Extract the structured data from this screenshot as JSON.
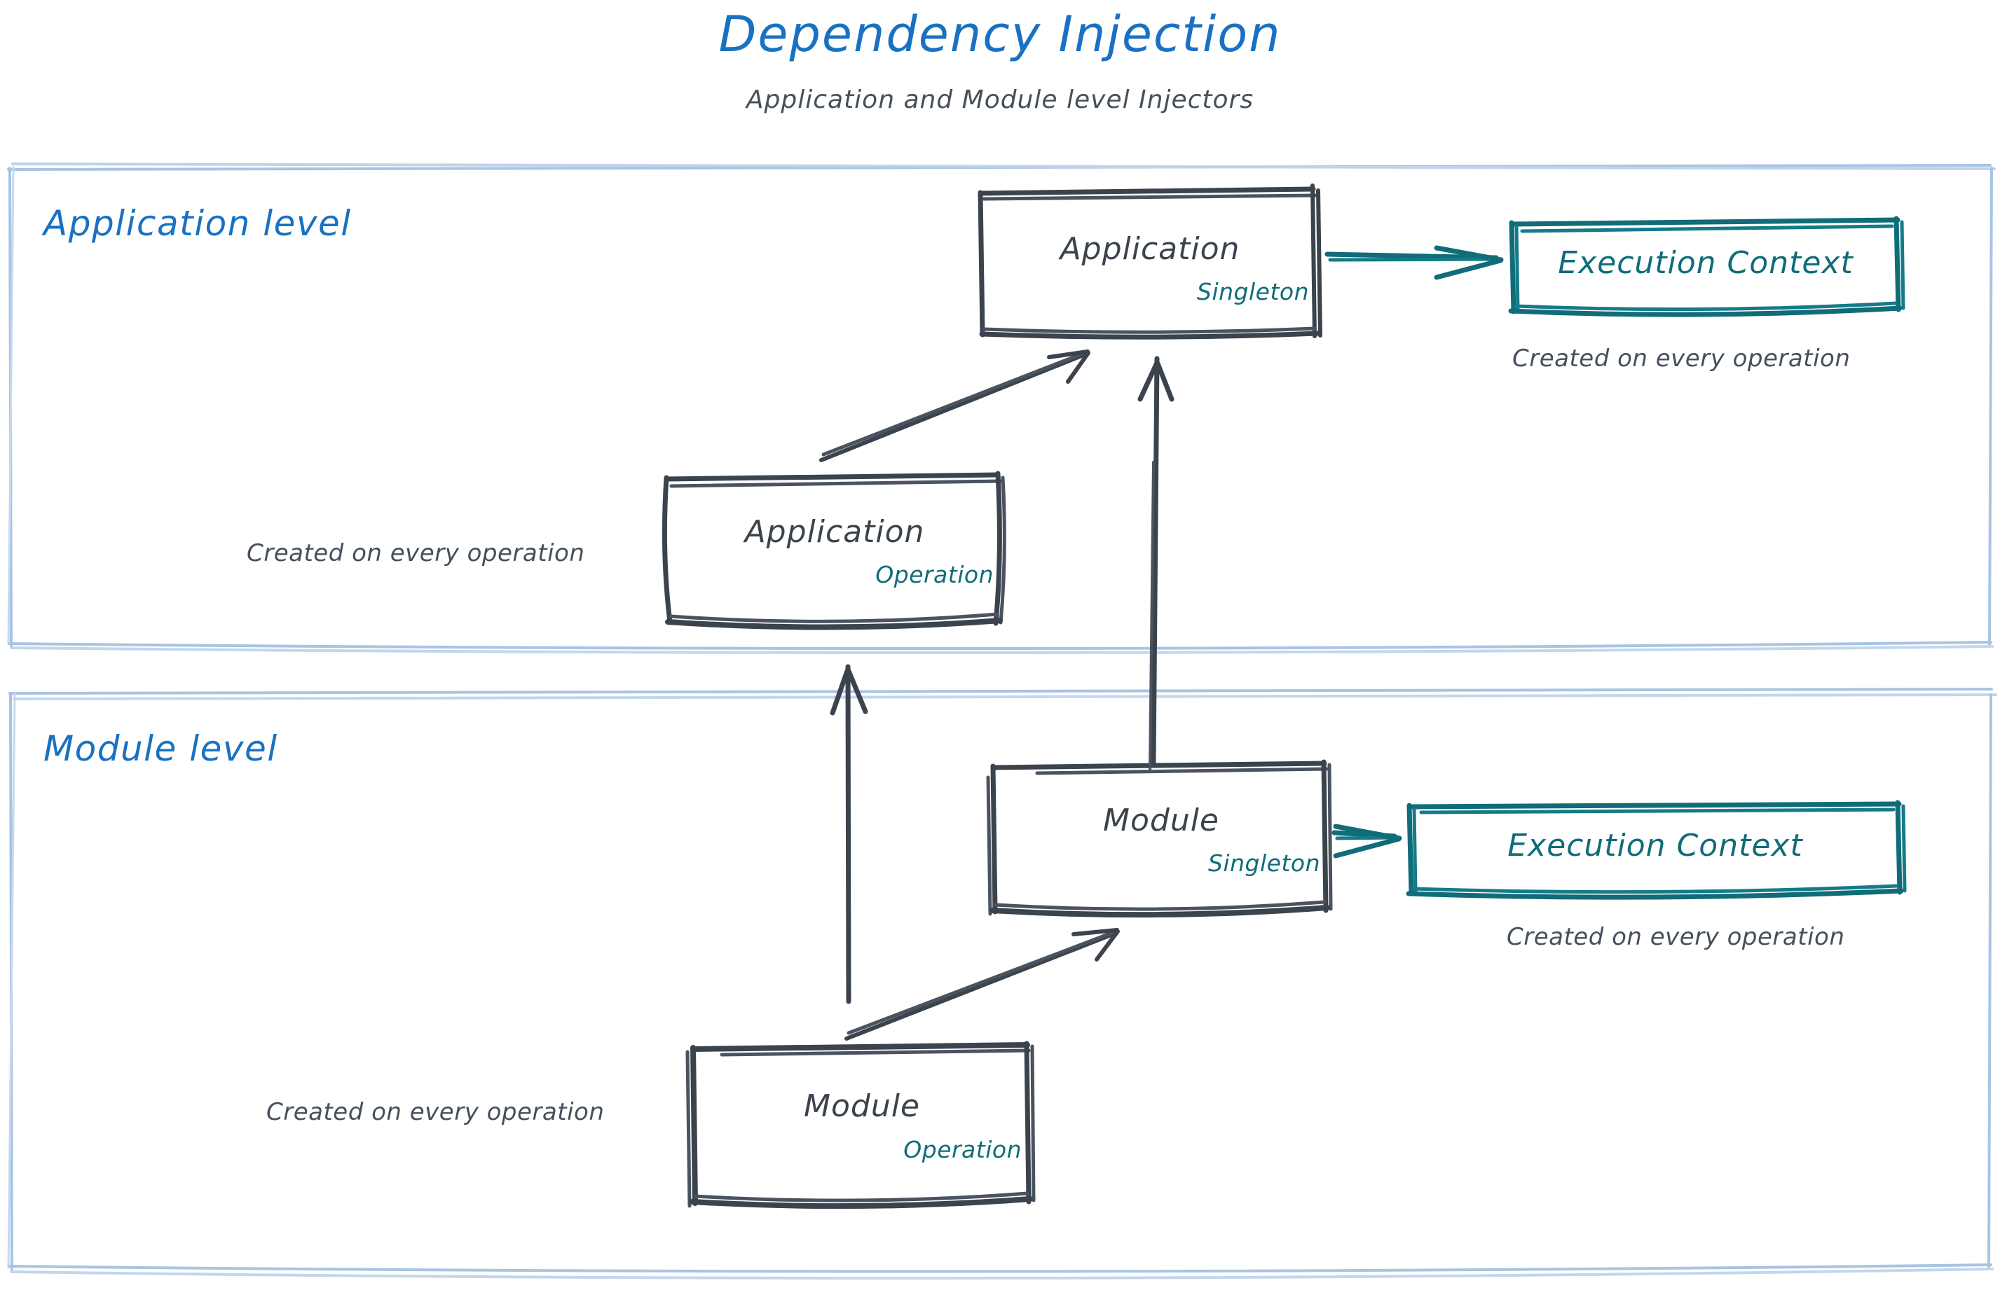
{
  "header": {
    "title": "Dependency Injection",
    "subtitle": "Application and Module level Injectors"
  },
  "colors": {
    "title_blue": "#1971c2",
    "group_border_blue": "#a8c4e3",
    "node_stroke_gray": "#3b434d",
    "accent_teal": "#106c78",
    "caption_gray": "#45505c",
    "background": "#ffffff"
  },
  "groups": [
    {
      "id": "application-level",
      "label": "Application level"
    },
    {
      "id": "module-level",
      "label": "Module level"
    }
  ],
  "nodes": [
    {
      "id": "application-singleton",
      "title": "Application",
      "scope": "Singleton"
    },
    {
      "id": "application-operation",
      "title": "Application",
      "scope": "Operation"
    },
    {
      "id": "module-singleton",
      "title": "Module",
      "scope": "Singleton"
    },
    {
      "id": "module-operation",
      "title": "Module",
      "scope": "Operation"
    },
    {
      "id": "execution-context-application",
      "title": "Execution Context"
    },
    {
      "id": "execution-context-module",
      "title": "Execution Context"
    }
  ],
  "captions": {
    "application_operation": "Created on every operation",
    "module_operation": "Created on every operation",
    "execution_context_application": "Created on every operation",
    "execution_context_module": "Created on every operation"
  },
  "edges": [
    {
      "id": "app-op-to-app-singleton",
      "from": "application-operation",
      "to": "application-singleton",
      "style": "sketch-arrow",
      "color": "#3b434d"
    },
    {
      "id": "app-singleton-to-exec-ctx",
      "from": "application-singleton",
      "to": "execution-context-application",
      "style": "sketch-arrow",
      "color": "#106c78"
    },
    {
      "id": "module-singleton-to-app-singleton",
      "from": "module-singleton",
      "to": "application-singleton",
      "style": "sketch-arrow",
      "color": "#3b434d"
    },
    {
      "id": "module-op-to-app-level",
      "from": "module-operation",
      "to": "application-level",
      "style": "sketch-arrow",
      "color": "#3b434d"
    },
    {
      "id": "module-op-to-module-singleton",
      "from": "module-operation",
      "to": "module-singleton",
      "style": "sketch-arrow",
      "color": "#3b434d"
    },
    {
      "id": "module-singleton-to-exec-ctx",
      "from": "module-singleton",
      "to": "execution-context-module",
      "style": "sketch-arrow",
      "color": "#106c78"
    }
  ]
}
